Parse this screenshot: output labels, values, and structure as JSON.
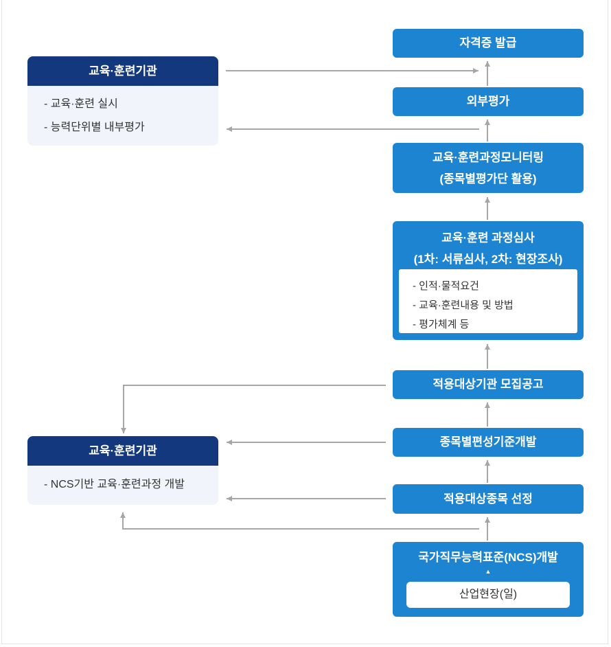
{
  "left_top_card": {
    "title": "교육·훈련기관",
    "items": [
      "- 교육·훈련 실시",
      "- 능력단위별 내부평가"
    ]
  },
  "left_mid_card": {
    "title": "교육·훈련기관",
    "items": [
      "- NCS기반 교육·훈련과정 개발"
    ]
  },
  "flow": {
    "certificate": "자격증 발급",
    "external_eval": "외부평가",
    "monitoring_line1": "교육·훈련과정모니터링",
    "monitoring_line2": "(종목별평가단 활용)",
    "review_line1": "교육·훈련 과정심사",
    "review_line2": "(1차: 서류심사, 2차: 현장조사)",
    "review_items": [
      "- 인적·물적요건",
      "- 교육·훈련내용 및 방법",
      "- 평가체계 등"
    ],
    "recruit_notice": "적용대상기관 모집공고",
    "criteria_dev": "종목별편성기준개발",
    "subject_selection": "적용대상종목 선정",
    "ncs_dev": "국가직무능력표준(NCS)개발",
    "industry_field": "산업현장(일)"
  },
  "icons": {
    "up_triangle": "▲"
  },
  "colors": {
    "node_blue": "#1d84d2",
    "header_navy": "#13387e",
    "card_body": "#f1f5fb",
    "arrow_gray": "#a6a6a6",
    "panel_border": "#e4e4e4",
    "text_dark": "#333333"
  }
}
